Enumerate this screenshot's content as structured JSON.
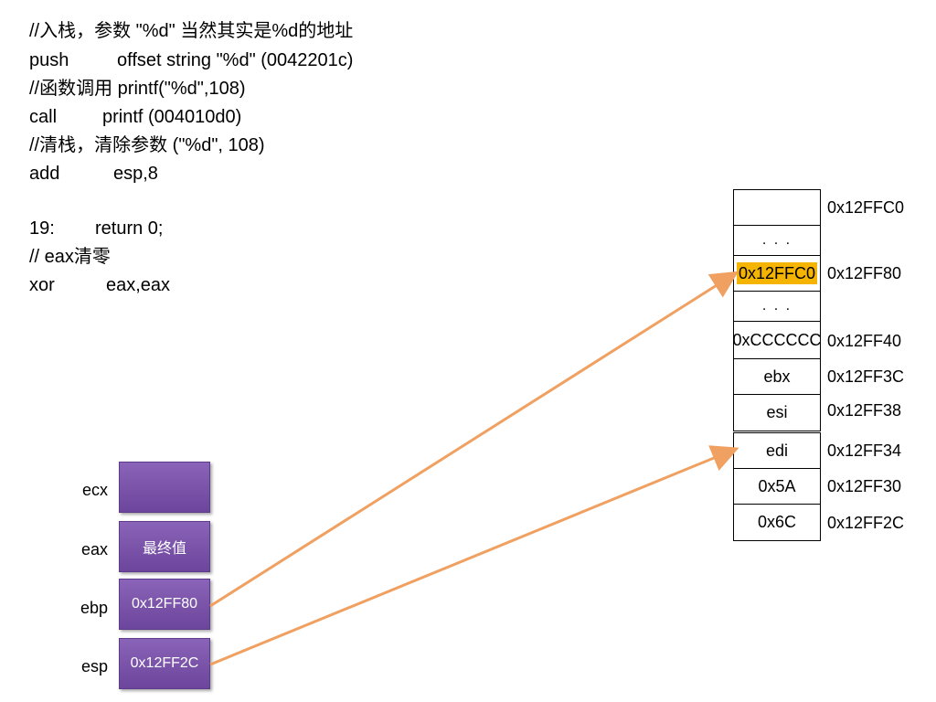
{
  "code": [
    {
      "op": "//入栈，参数 \"%d\"  当然其实是%d的地址",
      "arg": ""
    },
    {
      "op": "push",
      "arg": "offset string \"%d\" (0042201c)"
    },
    {
      "op": "//函数调用 printf(\"%d\",108)",
      "arg": ""
    },
    {
      "op": "call",
      "arg": "printf (004010d0)"
    },
    {
      "op": "//清栈，清除参数 (\"%d\", 108)",
      "arg": ""
    },
    {
      "op": "add",
      "arg": "esp,8"
    },
    {
      "op": "19:",
      "arg": "return 0;"
    },
    {
      "op": "// eax清零",
      "arg": ""
    },
    {
      "op": "xor",
      "arg": "eax,eax"
    }
  ],
  "stack": [
    {
      "value": "",
      "address": "0x12FFC0"
    },
    {
      "value": ". . .",
      "address": ""
    },
    {
      "value": "0x12FFC0",
      "address": "0x12FF80",
      "highlight": "#f5b400"
    },
    {
      "value": ". . .",
      "address": ""
    },
    {
      "value": "0xCCCCCC",
      "address": "0x12FF40"
    },
    {
      "value": "ebx",
      "address": "0x12FF3C"
    },
    {
      "value": "esi",
      "address": "0x12FF38"
    },
    {
      "value": "edi",
      "address": "0x12FF34"
    },
    {
      "value": "0x5A",
      "address": "0x12FF30"
    },
    {
      "value": "0x6C",
      "address": "0x12FF2C"
    }
  ],
  "registers": [
    {
      "name": "ecx",
      "value": ""
    },
    {
      "name": "eax",
      "value": "最终值"
    },
    {
      "name": "ebp",
      "value": "0x12FF80"
    },
    {
      "name": "esp",
      "value": "0x12FF2C"
    }
  ],
  "colors": {
    "register_fill": "#7a52aa",
    "arrow": "#f0a060",
    "highlight": "#f5b400"
  }
}
